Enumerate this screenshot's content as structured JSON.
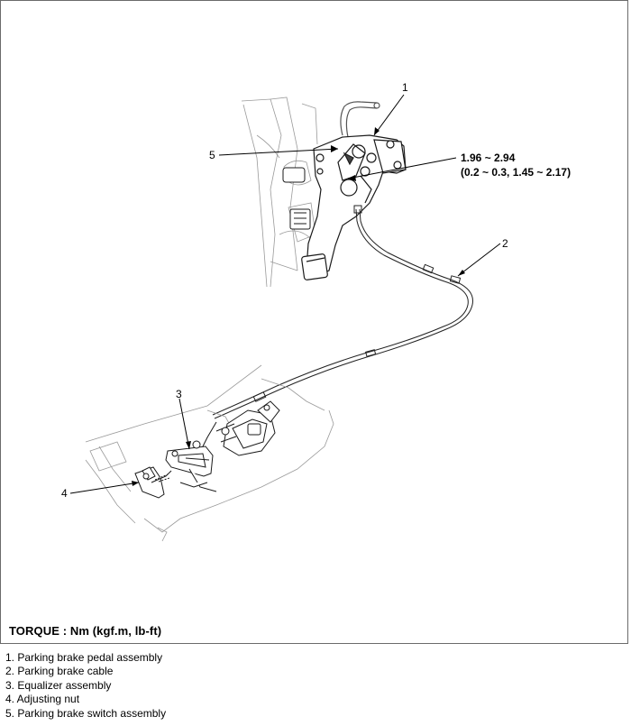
{
  "callouts": {
    "c1": "1",
    "c2": "2",
    "c3": "3",
    "c4": "4",
    "c5": "5"
  },
  "torque_spec": {
    "nm": "1.96 ~ 2.94",
    "alt_units": "(0.2 ~ 0.3, 1.45 ~ 2.17)"
  },
  "torque_caption": "TORQUE : Nm (kgf.m, lb-ft)",
  "legend": [
    "1. Parking brake pedal assembly",
    "2. Parking brake cable",
    "3. Equalizer assembly",
    "4. Adjusting nut",
    "5. Parking brake switch assembly"
  ]
}
